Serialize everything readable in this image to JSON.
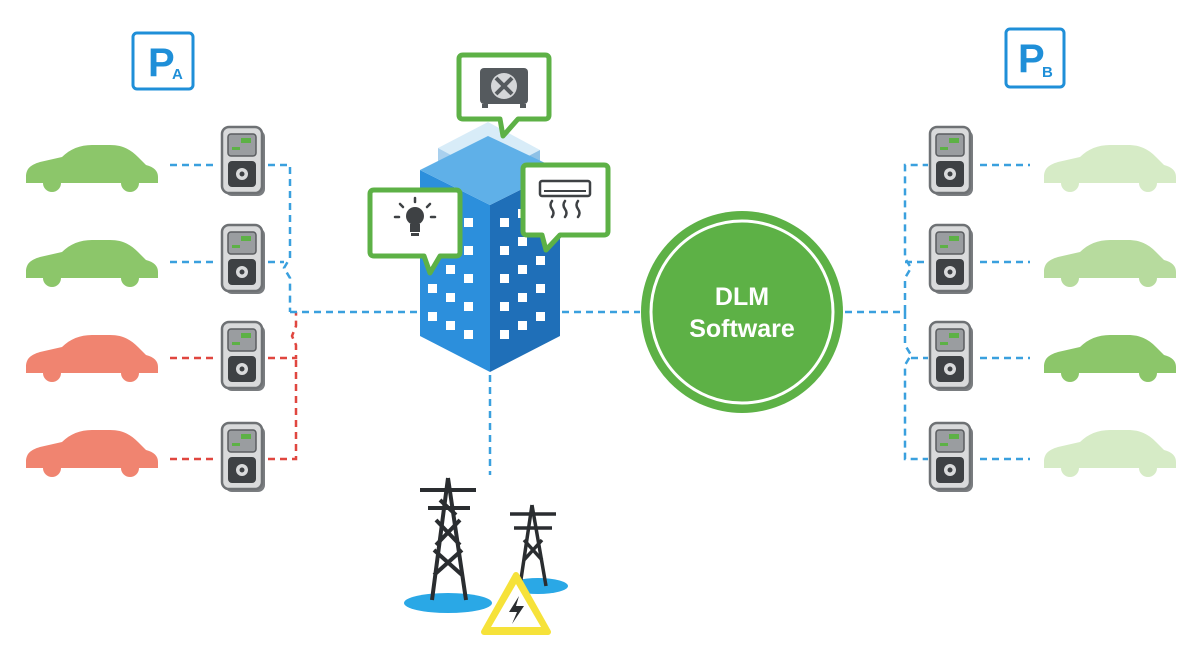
{
  "colors": {
    "link_blue": "#3aa0de",
    "link_red": "#e0463f",
    "accent_green": "#5db146",
    "car_green": "#8cc66a",
    "car_green_light": "#d6ebc6",
    "car_green_mid": "#b7db9e",
    "car_red": "#f08470",
    "parking_blue": "#1f8fd8",
    "building_blue": "#2c8fdc",
    "warning_yellow": "#f6e23a"
  },
  "parking_a": {
    "letter": "P",
    "sub": "A"
  },
  "parking_b": {
    "letter": "P",
    "sub": "B"
  },
  "dlm": {
    "line1": "DLM",
    "line2": "Software"
  },
  "icons": {
    "building": "office-building-icon",
    "fan": "ventilation-fan-icon",
    "light": "light-bulb-icon",
    "ac": "air-conditioner-icon",
    "grid": "power-grid-tower-icon",
    "warning": "high-voltage-warning-icon",
    "charger": "ev-charger-icon",
    "car": "car-icon"
  },
  "left_cars": [
    "green",
    "green",
    "red",
    "red"
  ],
  "right_cars": [
    "light",
    "mid",
    "green",
    "light"
  ]
}
